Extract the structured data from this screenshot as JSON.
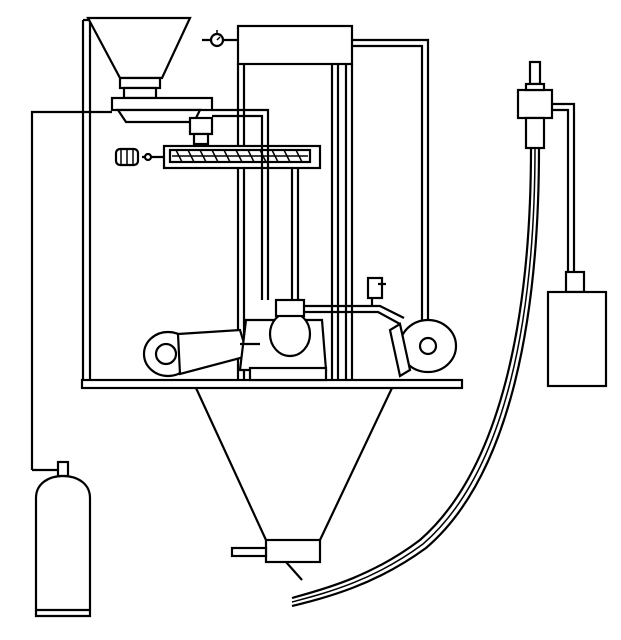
{
  "diagram": {
    "kind": "apparatus schematic",
    "labels": [],
    "components": [
      {
        "id": "feed-hopper",
        "icon": "hopper-icon"
      },
      {
        "id": "pressure-gauge",
        "icon": "gauge-icon"
      },
      {
        "id": "top-housing",
        "icon": "box-icon"
      },
      {
        "id": "screw-feeder",
        "icon": "screw-conveyor-icon"
      },
      {
        "id": "feeder-motor",
        "icon": "motor-icon"
      },
      {
        "id": "gas-cylinder",
        "icon": "gas-cylinder-icon"
      },
      {
        "id": "blower-fan",
        "icon": "fan-icon"
      },
      {
        "id": "mill-chamber",
        "icon": "mill-icon"
      },
      {
        "id": "centrifugal-pump",
        "icon": "pump-icon"
      },
      {
        "id": "base-platform",
        "icon": "platform-icon"
      },
      {
        "id": "collection-cone",
        "icon": "cone-icon"
      },
      {
        "id": "discharge-valve",
        "icon": "valve-icon"
      },
      {
        "id": "flexible-hose",
        "icon": "hose-icon"
      },
      {
        "id": "nozzle-head",
        "icon": "nozzle-icon"
      },
      {
        "id": "collection-canister",
        "icon": "canister-icon"
      }
    ]
  }
}
